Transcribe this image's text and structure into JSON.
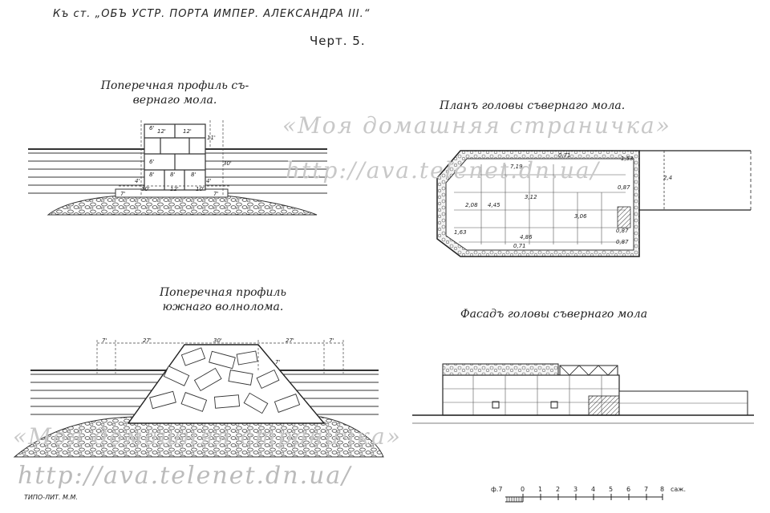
{
  "header": {
    "reference": "Къ ст. „ОБЪ УСТР. ПОРТА ИМПЕР. АЛЕКСАНДРА III.“",
    "plate": "Черт. 5."
  },
  "figures": {
    "north_profile": {
      "title_line1": "Поперечная профиль съ-",
      "title_line2": "вернаго мола.",
      "dims": [
        "6'",
        "12'",
        "12'",
        "11'",
        "6'",
        "30'",
        "8'",
        "8'",
        "8'",
        "4'",
        "4'",
        "7'",
        "10'",
        "12'",
        "10'",
        "7'"
      ]
    },
    "plan": {
      "title": "Планъ головы съвернаго мола.",
      "dims": [
        "0,71",
        "1,53",
        "7,19",
        "2,4",
        "3,12",
        "2,08",
        "4,45",
        "3,06",
        "0,87",
        "1,63",
        "4,86",
        "0,87",
        "0,71",
        "0,87"
      ]
    },
    "south_profile": {
      "title_line1": "Поперечная профиль",
      "title_line2": "южнаго волнолома.",
      "dims": [
        "7'",
        "27'",
        "30'",
        "27'",
        "7'",
        "7'"
      ]
    },
    "facade": {
      "title": "Фасадъ головы съвернаго мола"
    }
  },
  "scale": {
    "unit_label": "ф.7",
    "ticks": [
      "0",
      "1",
      "2",
      "3",
      "4",
      "5",
      "6",
      "7",
      "8"
    ],
    "unit": "саж."
  },
  "imprint": "ТИПО-ЛИТ. М.М.",
  "watermark": {
    "title": "«Моя домашняя страничка»",
    "url": "http://ava.telenet.dn.ua/"
  }
}
